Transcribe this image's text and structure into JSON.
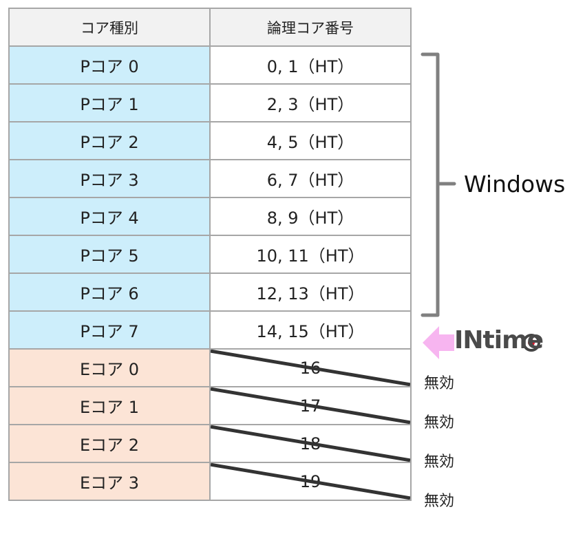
{
  "table": {
    "headers": [
      "コア種別",
      "論理コア番号"
    ],
    "rows": [
      {
        "core": "Pコア 0",
        "logical": "0, 1（HT）",
        "kind": "p"
      },
      {
        "core": "Pコア 1",
        "logical": "2, 3（HT）",
        "kind": "p"
      },
      {
        "core": "Pコア 2",
        "logical": "4, 5（HT）",
        "kind": "p"
      },
      {
        "core": "Pコア 3",
        "logical": "6, 7（HT）",
        "kind": "p"
      },
      {
        "core": "Pコア 4",
        "logical": "8, 9（HT）",
        "kind": "p"
      },
      {
        "core": "Pコア 5",
        "logical": "10, 11（HT）",
        "kind": "p"
      },
      {
        "core": "Pコア 6",
        "logical": "12, 13（HT）",
        "kind": "p"
      },
      {
        "core": "Pコア 7",
        "logical": "14, 15（HT）",
        "kind": "p"
      },
      {
        "core": "Eコア 0",
        "logical": "16",
        "kind": "e",
        "disabled": true,
        "status": "無効"
      },
      {
        "core": "Eコア 1",
        "logical": "17",
        "kind": "e",
        "disabled": true,
        "status": "無効"
      },
      {
        "core": "Eコア 2",
        "logical": "18",
        "kind": "e",
        "disabled": true,
        "status": "無効"
      },
      {
        "core": "Eコア 3",
        "logical": "19",
        "kind": "e",
        "disabled": true,
        "status": "無効"
      }
    ]
  },
  "labels": {
    "windows": "Windows",
    "intime": "INtime"
  },
  "colors": {
    "p_core_fill": "#cdeefb",
    "e_core_fill": "#fce4d6",
    "header_fill": "#f2f2f2",
    "border": "#a6a6a6",
    "bracket": "#808080",
    "arrow": "#f7b5f0",
    "strike": "#333333"
  }
}
